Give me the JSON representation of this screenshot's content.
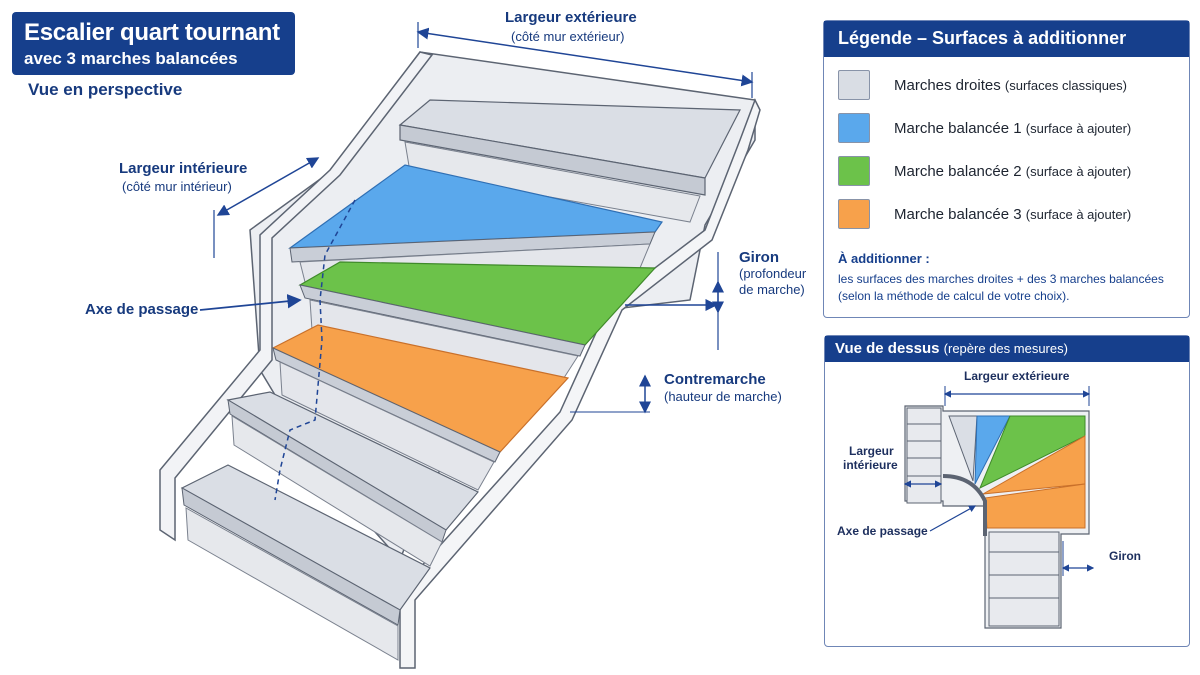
{
  "title": {
    "line1": "Escalier quart tournant",
    "line2": "avec 3 marches balancées"
  },
  "subtitle": "Vue en perspective",
  "annotations": {
    "largeur_exterieure": {
      "label": "Largeur extérieure",
      "sub": "(côté mur extérieur)"
    },
    "largeur_interieure": {
      "label": "Largeur intérieure",
      "sub": "(côté mur intérieur)"
    },
    "axe_de_passage": {
      "label": "Axe de passage"
    },
    "giron": {
      "label": "Giron",
      "sub1": "(profondeur",
      "sub2": "de marche)"
    },
    "contremarche": {
      "label": "Contremarche",
      "sub": "(hauteur de marche)"
    }
  },
  "legend": {
    "title": "Légende – Surfaces à additionner",
    "items": [
      {
        "label": "Marches droites",
        "detail": "(surfaces classiques)",
        "color": "#d9dde4"
      },
      {
        "label": "Marche balancée 1",
        "detail": "(surface à ajouter)",
        "color": "#5aa8ec"
      },
      {
        "label": "Marche balancée 2",
        "detail": "(surface à ajouter)",
        "color": "#6cc24a"
      },
      {
        "label": "Marche balancée 3",
        "detail": "(surface à ajouter)",
        "color": "#f7a14b"
      }
    ],
    "note_title": "À additionner :",
    "note_line1": "les surfaces des marches droites + des 3 marches balancées",
    "note_line2": "(selon la méthode de calcul de votre choix)."
  },
  "top_view": {
    "title": "Vue de dessus",
    "title_detail": "(repère des mesures)",
    "largeur_exterieure": "Largeur extérieure",
    "largeur_interieure_1": "Largeur",
    "largeur_interieure_2": "intérieure",
    "axe_de_passage": "Axe de passage",
    "giron": "Giron"
  },
  "colors": {
    "accent": "#163f8c",
    "straight_step": "#d9dde4",
    "winder_1": "#5aa8ec",
    "winder_2": "#6cc24a",
    "winder_3": "#f7a14b"
  }
}
